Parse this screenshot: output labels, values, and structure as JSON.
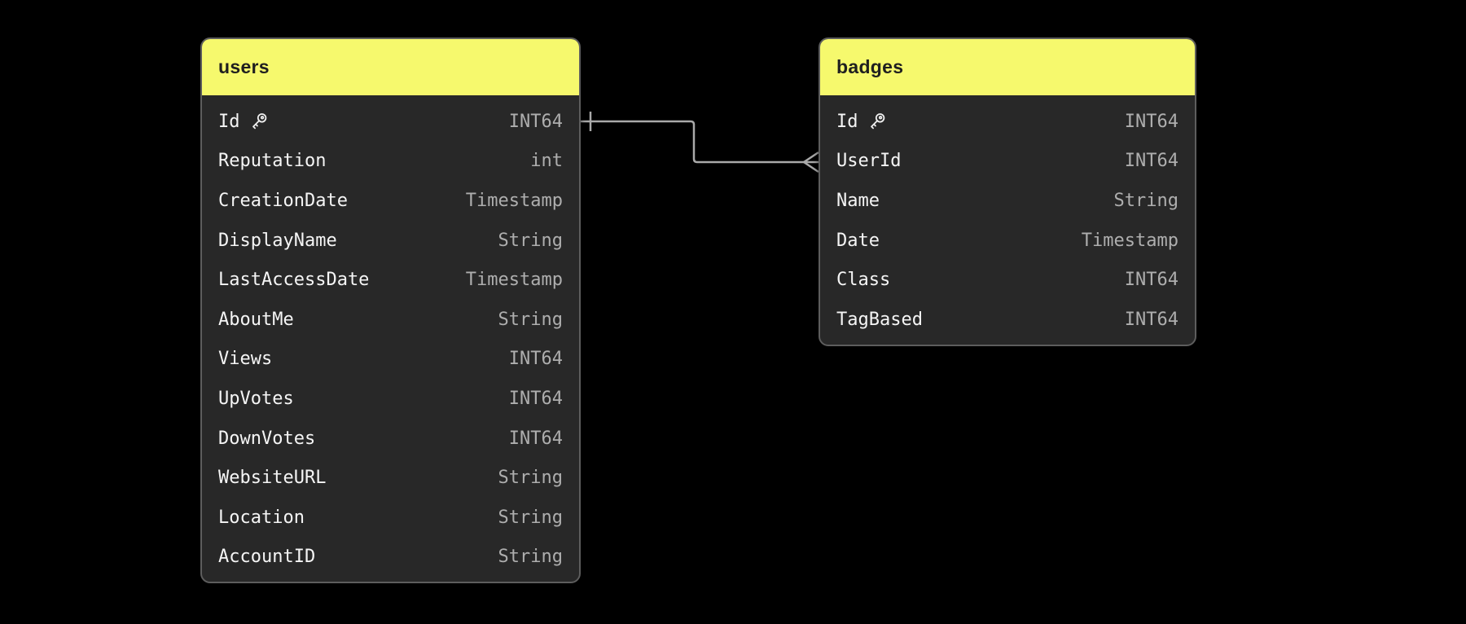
{
  "diagram": {
    "background_color": "#000000",
    "table_header_color": "#f6f96d",
    "table_body_color": "#282828",
    "table_border_color": "#5d5d5d",
    "field_name_color": "#f5f5f5",
    "field_type_color": "#aeaeae",
    "header_text_color": "#1f1f1f",
    "relationship_line_color": "#a9a9a9"
  },
  "tables": [
    {
      "title": "users",
      "fields": [
        {
          "name": "Id",
          "type": "INT64",
          "key": true
        },
        {
          "name": "Reputation",
          "type": "int",
          "key": false
        },
        {
          "name": "CreationDate",
          "type": "Timestamp",
          "key": false
        },
        {
          "name": "DisplayName",
          "type": "String",
          "key": false
        },
        {
          "name": "LastAccessDate",
          "type": "Timestamp",
          "key": false
        },
        {
          "name": "AboutMe",
          "type": "String",
          "key": false
        },
        {
          "name": "Views",
          "type": "INT64",
          "key": false
        },
        {
          "name": "UpVotes",
          "type": "INT64",
          "key": false
        },
        {
          "name": "DownVotes",
          "type": "INT64",
          "key": false
        },
        {
          "name": "WebsiteURL",
          "type": "String",
          "key": false
        },
        {
          "name": "Location",
          "type": "String",
          "key": false
        },
        {
          "name": "AccountID",
          "type": "String",
          "key": false
        }
      ]
    },
    {
      "title": "badges",
      "fields": [
        {
          "name": "Id",
          "type": "INT64",
          "key": true
        },
        {
          "name": "UserId",
          "type": "INT64",
          "key": false
        },
        {
          "name": "Name",
          "type": "String",
          "key": false
        },
        {
          "name": "Date",
          "type": "Timestamp",
          "key": false
        },
        {
          "name": "Class",
          "type": "INT64",
          "key": false
        },
        {
          "name": "TagBased",
          "type": "INT64",
          "key": false
        }
      ]
    }
  ],
  "relationships": [
    {
      "from_table": "users",
      "from_field": "Id",
      "from_cardinality": "one",
      "to_table": "badges",
      "to_field": "UserId",
      "to_cardinality": "many"
    }
  ],
  "icons": {
    "key_icon": "primary-key"
  }
}
